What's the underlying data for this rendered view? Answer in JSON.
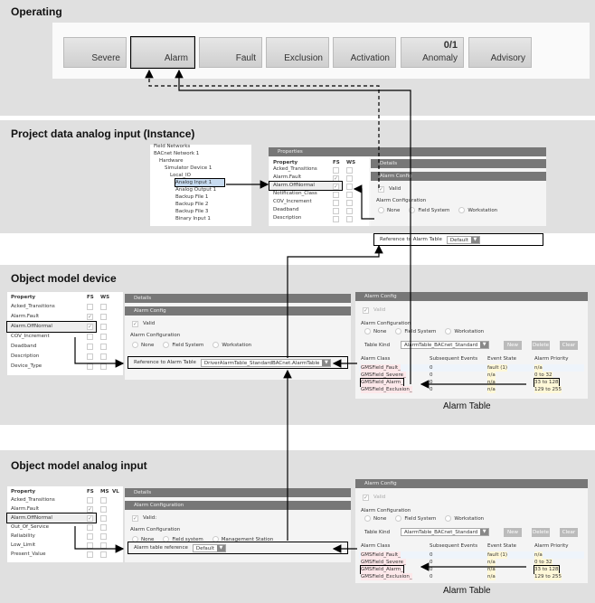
{
  "sections": {
    "operating": "Operating",
    "instance": "Project data analog input (Instance)",
    "device": "Object model device",
    "analog": "Object model analog input"
  },
  "operating": {
    "buttons": [
      {
        "label": "Severe"
      },
      {
        "label": "Alarm"
      },
      {
        "label": "Fault"
      },
      {
        "label": "Exclusion"
      },
      {
        "label": "Activation"
      },
      {
        "label": "Anomaly",
        "count": "0/1"
      },
      {
        "label": "Advisory"
      }
    ]
  },
  "instance": {
    "tree": [
      "Field Networks",
      "BACnet Network 1",
      "Hardware",
      "Simulator Device 1",
      "Local_IO",
      "Analog Input 1",
      "Analog Output 1",
      "Backup File 1",
      "Backup File 2",
      "Backup File 3",
      "Binary Input 1"
    ],
    "properties_header": "Properties",
    "columns": [
      "Property",
      "FS",
      "WS"
    ],
    "properties": [
      {
        "name": "Acked_Transitions",
        "fs": false,
        "ws": false
      },
      {
        "name": "Alarm.Fault",
        "fs": true,
        "ws": false
      },
      {
        "name": "Alarm.OffNormal",
        "fs": true,
        "ws": false
      },
      {
        "name": "Notification_Class",
        "fs": false,
        "ws": false
      },
      {
        "name": "COV_Increment",
        "fs": false,
        "ws": false
      },
      {
        "name": "Deadband",
        "fs": false,
        "ws": false
      },
      {
        "name": "Description",
        "fs": false,
        "ws": false
      }
    ],
    "details": "Details",
    "alarm_config": "Alarm Config",
    "valid": "Valid",
    "alarm_configuration": "Alarm Configuration",
    "radios": [
      "None",
      "Field System",
      "Workstation"
    ],
    "ref_label": "Reference to Alarm Table",
    "ref_value": "Default"
  },
  "device": {
    "columns": [
      "Property",
      "FS",
      "WS"
    ],
    "properties": [
      {
        "name": "Acked_Transitions",
        "fs": false,
        "ws": false
      },
      {
        "name": "Alarm.Fault",
        "fs": true,
        "ws": false
      },
      {
        "name": "Alarm.OffNormal",
        "fs": true,
        "ws": false
      },
      {
        "name": "COV_Increment",
        "fs": false,
        "ws": false
      },
      {
        "name": "Deadband",
        "fs": false,
        "ws": false
      },
      {
        "name": "Description",
        "fs": false,
        "ws": false
      },
      {
        "name": "Device_Type",
        "fs": false,
        "ws": false
      }
    ],
    "details": "Details",
    "alarm_config": "Alarm Config",
    "valid": "Valid",
    "alarm_configuration": "Alarm Configuration",
    "radios": [
      "None",
      "Field System",
      "Workstation"
    ],
    "ref_label": "Reference to Alarm Table",
    "ref_value": "DriverAlarmTable_StandardBACnet.AlarmTable"
  },
  "analog": {
    "columns": [
      "Property",
      "FS",
      "MS",
      "VL"
    ],
    "properties": [
      {
        "name": "Acked_Transitions",
        "fs": false
      },
      {
        "name": "Alarm.Fault",
        "fs": true
      },
      {
        "name": "Alarm.OffNormal",
        "fs": true
      },
      {
        "name": "Out_Of_Service",
        "fs": false
      },
      {
        "name": "Reliability",
        "fs": false
      },
      {
        "name": "Low_Limit",
        "fs": false
      },
      {
        "name": "Present_Value",
        "fs": false
      }
    ],
    "details": "Details",
    "alarm_config": "Alarm Configuration",
    "valid": "Valid:",
    "alarm_configuration": "Alarm Configuration",
    "radios": [
      "None",
      "Field system",
      "Management Station"
    ],
    "ref_label": "Alarm table reference",
    "ref_value": "Default"
  },
  "alarm_table": {
    "header": "Alarm Config",
    "valid": "Valid",
    "alarm_configuration": "Alarm Configuration",
    "radios": [
      "None",
      "Field System",
      "Workstation"
    ],
    "table_kind_label": "Table Kind",
    "table_kind_value": "AlarmTable_BACnet_Standard",
    "buttons": [
      "New",
      "Delete",
      "Clear"
    ],
    "columns": [
      "Alarm Class",
      "Subsequent Events",
      "Event State",
      "Alarm Priority"
    ],
    "rows": [
      [
        "GMSField_Fault_",
        "0",
        "fault (1)",
        "n/a"
      ],
      [
        "GMSField_Severe_",
        "0",
        "n/a",
        "0  to  32"
      ],
      [
        "GMSField_Alarm_",
        "0",
        "n/a",
        "33  to  128"
      ],
      [
        "GMSField_Exclusion_",
        "0",
        "n/a",
        "129  to  255"
      ]
    ],
    "caption": "Alarm Table"
  }
}
